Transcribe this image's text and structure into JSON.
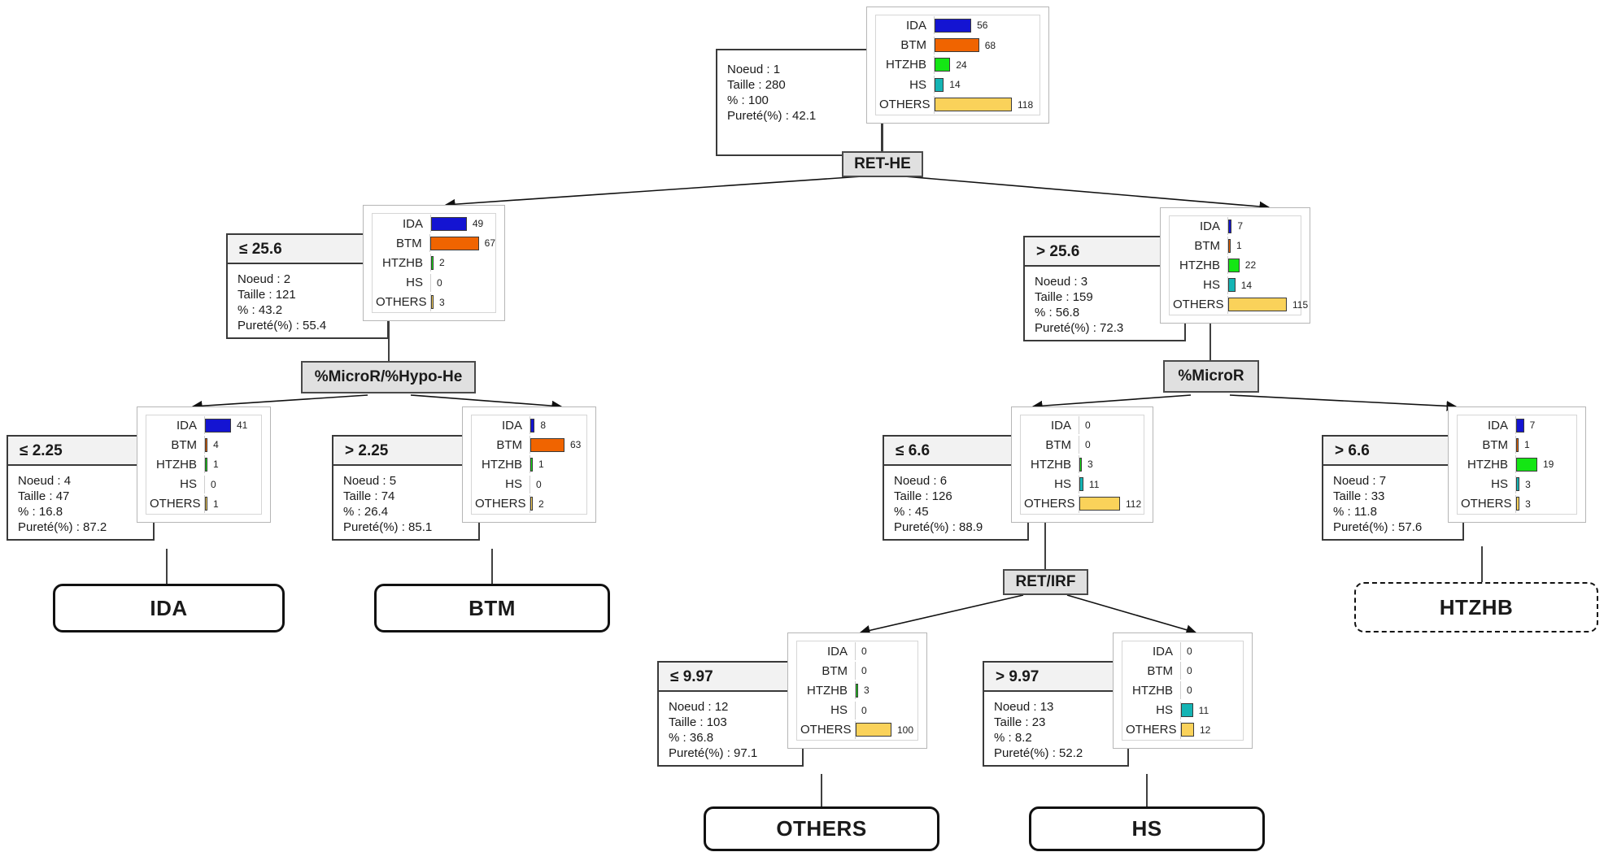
{
  "legend_classes": [
    "IDA",
    "BTM",
    "HTZHB",
    "HS",
    "OTHERS"
  ],
  "colors": {
    "IDA": "#1414d2",
    "BTM": "#f06400",
    "HTZHB": "#14e614",
    "HS": "#14b4b4",
    "OTHERS": "#fad25a",
    "split_fill": "#e0e0e0",
    "cond_fill": "#f2f2f2",
    "border": "#3a3a3a"
  },
  "labels": {
    "noeud": "Noeud :",
    "taille": "Taille :",
    "pct": "% :",
    "purete": "Pureté(%) :"
  },
  "chart_data": {
    "type": "bar",
    "title": "Decision tree node class distributions",
    "xlabel": "",
    "ylabel": "",
    "categories": [
      "IDA",
      "BTM",
      "HTZHB",
      "HS",
      "OTHERS"
    ],
    "series": [
      {
        "name": "Noeud 1",
        "values": [
          56,
          68,
          24,
          14,
          118
        ]
      },
      {
        "name": "Noeud 2",
        "values": [
          49,
          67,
          2,
          0,
          3
        ]
      },
      {
        "name": "Noeud 3",
        "values": [
          7,
          1,
          22,
          14,
          115
        ]
      },
      {
        "name": "Noeud 4",
        "values": [
          41,
          4,
          1,
          0,
          1
        ]
      },
      {
        "name": "Noeud 5",
        "values": [
          8,
          63,
          1,
          0,
          2
        ]
      },
      {
        "name": "Noeud 6",
        "values": [
          0,
          0,
          3,
          11,
          112
        ]
      },
      {
        "name": "Noeud 7",
        "values": [
          7,
          1,
          19,
          3,
          3
        ]
      },
      {
        "name": "Noeud 12",
        "values": [
          0,
          0,
          3,
          0,
          100
        ]
      },
      {
        "name": "Noeud 13",
        "values": [
          0,
          0,
          0,
          11,
          12
        ]
      }
    ],
    "legend_position": "none",
    "grid": false
  },
  "nodes": {
    "n1": {
      "cond": "",
      "noeud": "1",
      "taille": "280",
      "pct": "100",
      "purete": "42.1",
      "values": {
        "IDA": "56",
        "BTM": "68",
        "HTZHB": "24",
        "HS": "14",
        "OTHERS": "118"
      }
    },
    "n2": {
      "cond": "≤ 25.6",
      "noeud": "2",
      "taille": "121",
      "pct": "43.2",
      "purete": "55.4",
      "values": {
        "IDA": "49",
        "BTM": "67",
        "HTZHB": "2",
        "HS": "0",
        "OTHERS": "3"
      }
    },
    "n3": {
      "cond": "> 25.6",
      "noeud": "3",
      "taille": "159",
      "pct": "56.8",
      "purete": "72.3",
      "values": {
        "IDA": "7",
        "BTM": "1",
        "HTZHB": "22",
        "HS": "14",
        "OTHERS": "115"
      }
    },
    "n4": {
      "cond": "≤ 2.25",
      "noeud": "4",
      "taille": "47",
      "pct": "16.8",
      "purete": "87.2",
      "values": {
        "IDA": "41",
        "BTM": "4",
        "HTZHB": "1",
        "HS": "0",
        "OTHERS": "1"
      }
    },
    "n5": {
      "cond": "> 2.25",
      "noeud": "5",
      "taille": "74",
      "pct": "26.4",
      "purete": "85.1",
      "values": {
        "IDA": "8",
        "BTM": "63",
        "HTZHB": "1",
        "HS": "0",
        "OTHERS": "2"
      }
    },
    "n6": {
      "cond": "≤ 6.6",
      "noeud": "6",
      "taille": "126",
      "pct": "45",
      "purete": "88.9",
      "values": {
        "IDA": "0",
        "BTM": "0",
        "HTZHB": "3",
        "HS": "11",
        "OTHERS": "112"
      }
    },
    "n7": {
      "cond": "> 6.6",
      "noeud": "7",
      "taille": "33",
      "pct": "11.8",
      "purete": "57.6",
      "values": {
        "IDA": "7",
        "BTM": "1",
        "HTZHB": "19",
        "HS": "3",
        "OTHERS": "3"
      }
    },
    "n12": {
      "cond": "≤ 9.97",
      "noeud": "12",
      "taille": "103",
      "pct": "36.8",
      "purete": "97.1",
      "values": {
        "IDA": "0",
        "BTM": "0",
        "HTZHB": "3",
        "HS": "0",
        "OTHERS": "100"
      }
    },
    "n13": {
      "cond": "> 9.97",
      "noeud": "13",
      "taille": "23",
      "pct": "8.2",
      "purete": "52.2",
      "values": {
        "IDA": "0",
        "BTM": "0",
        "HTZHB": "0",
        "HS": "11",
        "OTHERS": "12"
      }
    }
  },
  "splits": {
    "root": "RET-HE",
    "left": "%MicroR/%Hypo-He",
    "right": "%MicroR",
    "right_sub": "RET/IRF"
  },
  "leaves": {
    "ida": "IDA",
    "btm": "BTM",
    "htzhb": "HTZHB",
    "others": "OTHERS",
    "hs": "HS"
  }
}
